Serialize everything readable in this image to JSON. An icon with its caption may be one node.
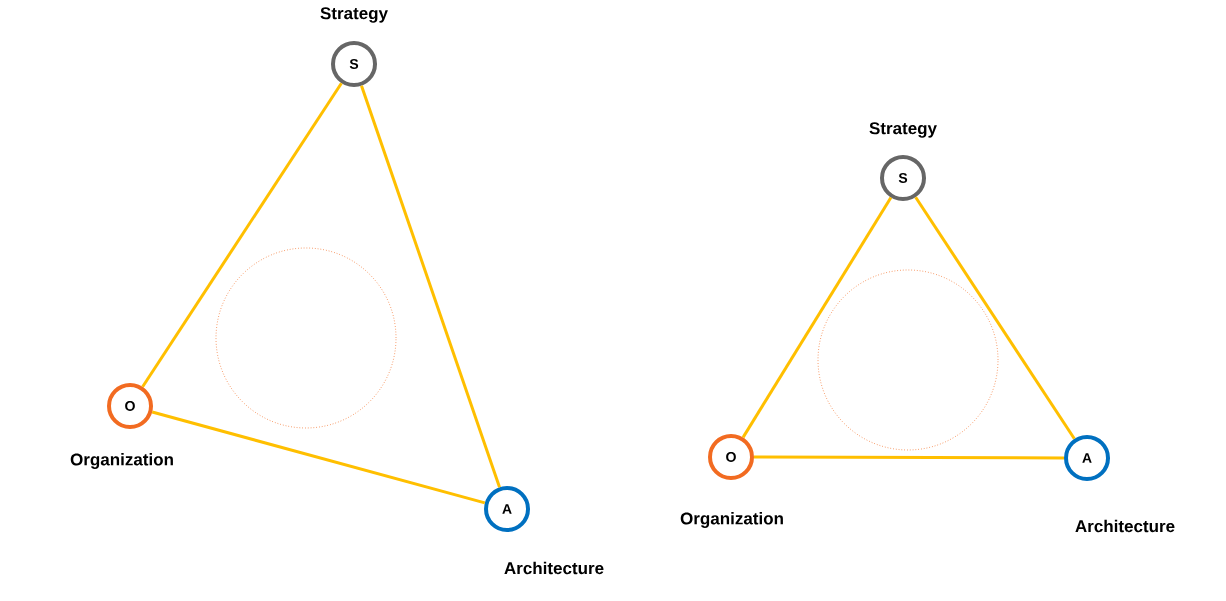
{
  "diagram": {
    "nodes": [
      {
        "text": [
          "S"
        ],
        "beside": [
          "Strategy"
        ]
      },
      {
        "text": [
          "O"
        ],
        "beside": [
          "Organization"
        ]
      },
      {
        "text": [
          "A"
        ],
        "beside": [
          "Architecture"
        ]
      },
      {
        "text": [
          "S"
        ],
        "beside": [
          "Strategy"
        ]
      },
      {
        "text": [
          "O"
        ],
        "beside": [
          "Organization"
        ]
      },
      {
        "text": [
          "A"
        ],
        "beside": [
          "Architecture"
        ]
      },
      {
        "text": [],
        "shape": "circle"
      },
      {
        "text": [],
        "shape": "circle"
      }
    ],
    "edges": [
      {
        "from": 0,
        "to": 1,
        "arrow": "none"
      },
      {
        "from": 0,
        "to": 2,
        "arrow": "none"
      },
      {
        "from": 1,
        "to": 2,
        "arrow": "none"
      },
      {
        "from": 3,
        "to": 4,
        "arrow": "none"
      },
      {
        "from": 3,
        "to": 5,
        "arrow": "none"
      },
      {
        "from": 4,
        "to": 5,
        "arrow": "none"
      }
    ]
  }
}
